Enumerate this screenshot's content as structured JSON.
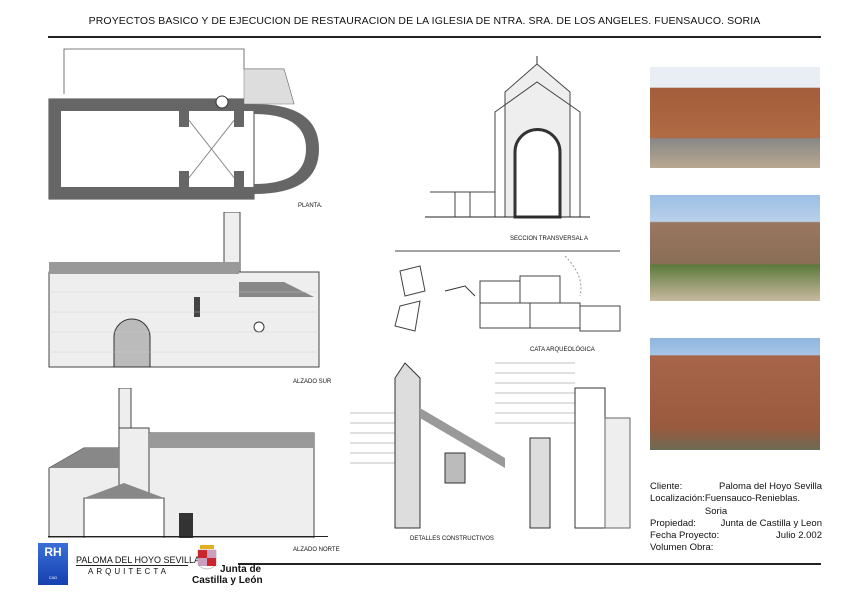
{
  "title": "PROYECTOS BASICO Y DE EJECUCION DE RESTAURACION DE LA IGLESIA DE NTRA. SRA. DE LOS ANGELES. FUENSAUCO. SORIA",
  "drawings": {
    "plan": "PLANTA.",
    "south_elevation": "ALZADO SUR",
    "north_elevation": "ALZADO NORTE",
    "section": "SECCION TRANSVERSAL A",
    "excavation": "CATA ARQUEOLÓGICA",
    "details": "DETALLES CONSTRUCTIVOS"
  },
  "info": [
    {
      "label": "Cliente:",
      "value": "Paloma del Hoyo Sevilla"
    },
    {
      "label": "Localización:",
      "value": "Fuensauco-Renieblas. Soria"
    },
    {
      "label": "Propiedad:",
      "value": "Junta de Castilla y Leon"
    },
    {
      "label": "Fecha Proyecto:",
      "value": "Julio 2.002"
    },
    {
      "label": "Volumen Obra:",
      "value": ""
    }
  ],
  "architect": {
    "logo": "RH",
    "logo_sub": "CAD",
    "name": "PALOMA DEL HOYO SEVILLA",
    "role": "ARQUITECTA"
  },
  "owner_logo": {
    "line1": "Junta de",
    "line2": "Castilla y León"
  }
}
